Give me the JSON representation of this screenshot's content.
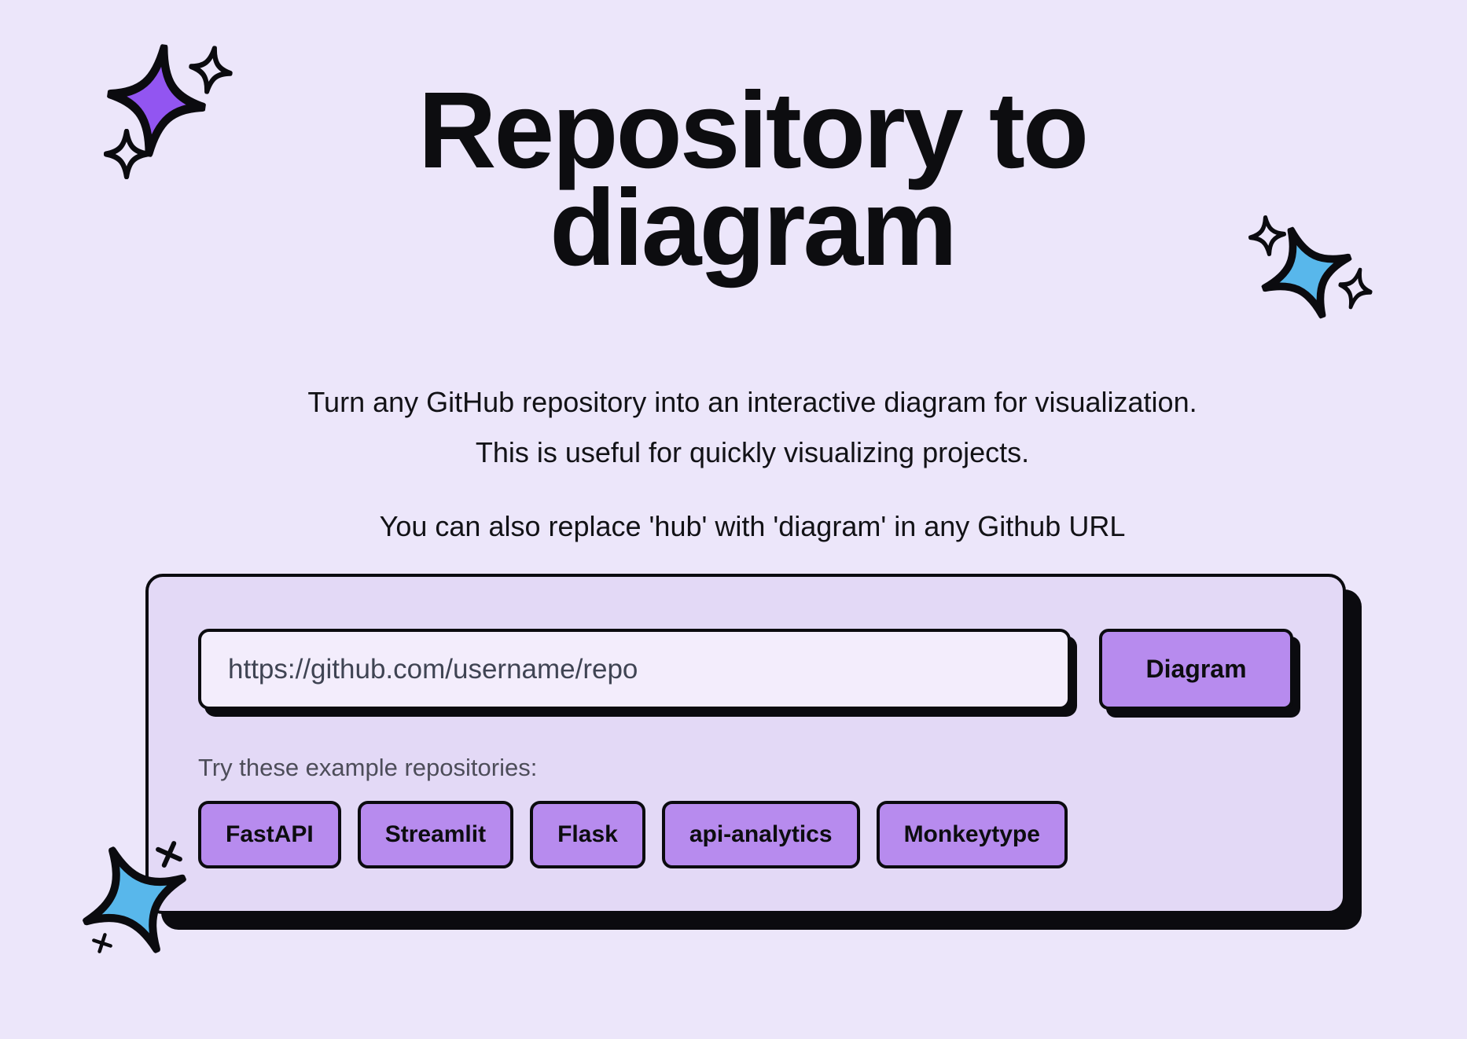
{
  "page": {
    "title_line1": "Repository to",
    "title_line2": "diagram",
    "description_line1": "Turn any GitHub repository into an interactive diagram for visualization.",
    "description_line2": "This is useful for quickly visualizing projects.",
    "description_line3": "You can also replace 'hub' with 'diagram' in any Github URL"
  },
  "form": {
    "url_input": {
      "value": "",
      "placeholder": "https://github.com/username/repo"
    },
    "submit_label": "Diagram",
    "examples_label": "Try these example repositories:",
    "examples": [
      "FastAPI",
      "Streamlit",
      "Flask",
      "api-analytics",
      "Monkeytype"
    ]
  },
  "decorations": {
    "top_left": "purple-sparkle-with-two-outline-sparkles",
    "right": "blue-sparkle-with-two-outline-sparkles",
    "bottom_left": "blue-sparkle-with-two-plus-marks"
  },
  "colors": {
    "background": "#ECE6FA",
    "card_background": "#E3D9F6",
    "input_background": "#F3EDFC",
    "button_purple": "#B78BEE",
    "sparkle_purple": "#9255F1",
    "sparkle_blue": "#58B7EB",
    "border_black": "#0B0B0F"
  }
}
